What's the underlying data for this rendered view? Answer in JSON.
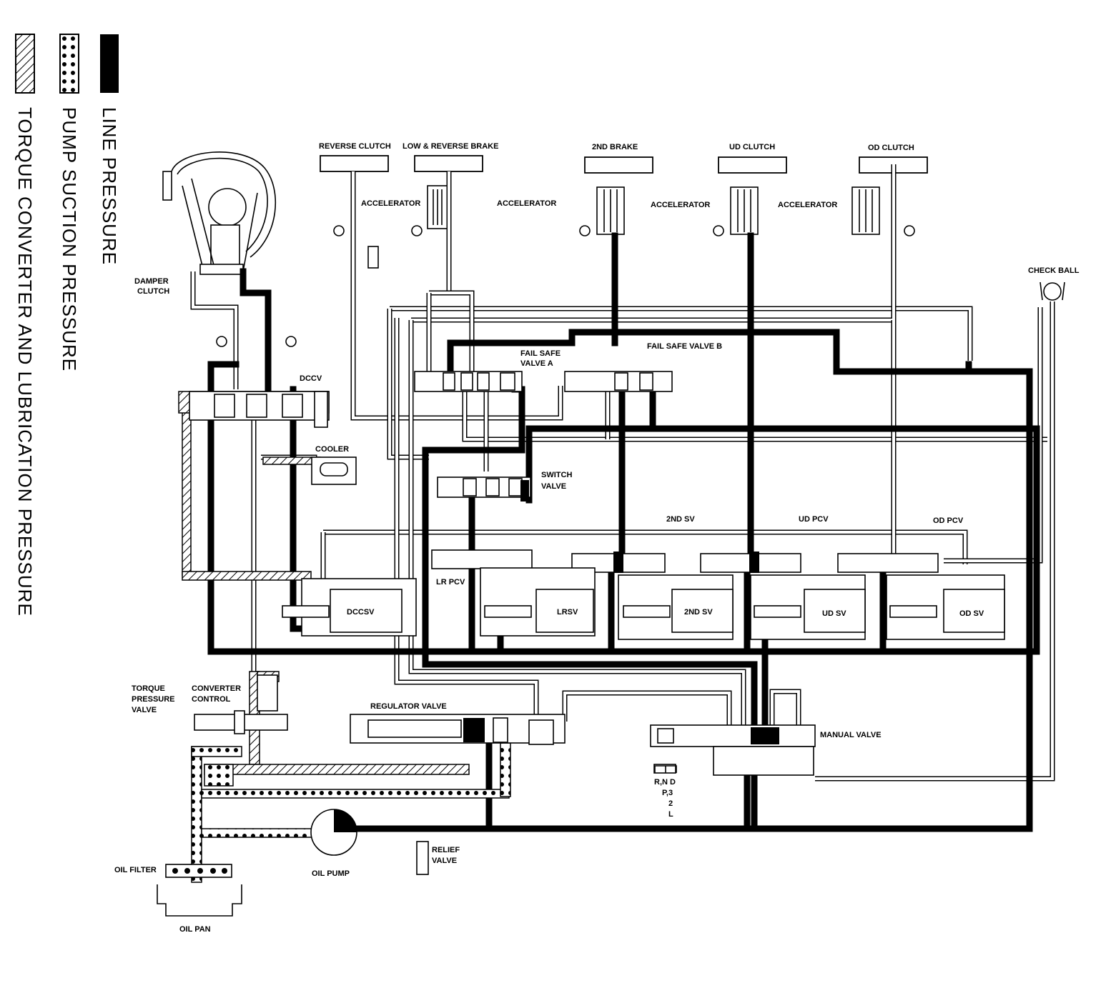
{
  "legend": {
    "line_pressure": "LINE PRESSURE",
    "pump_suction": "PUMP SUCTION PRESSURE",
    "torque_lube": "TORQUE CONVERTER AND LUBRICATION PRESSURE"
  },
  "components": {
    "reverse_clutch": "REVERSE CLUTCH",
    "low_reverse_brake": "LOW & REVERSE BRAKE",
    "second_brake": "2ND BRAKE",
    "ud_clutch": "UD CLUTCH",
    "od_clutch": "OD CLUTCH",
    "accelerator_1": "ACCELERATOR",
    "accelerator_2": "ACCELERATOR",
    "accelerator_3": "ACCELERATOR",
    "accelerator_4": "ACCELERATOR",
    "check_ball": "CHECK BALL",
    "damper_clutch_1": "DAMPER",
    "damper_clutch_2": "CLUTCH",
    "dccv": "DCCV",
    "fail_safe_a_1": "FAIL SAFE",
    "fail_safe_a_2": "VALVE A",
    "fail_safe_b": "FAIL SAFE VALVE B",
    "cooler": "COOLER",
    "switch_valve_1": "SWITCH",
    "switch_valve_2": "VALVE",
    "second_sv_top": "2ND SV",
    "ud_pcv": "UD PCV",
    "od_pcv": "OD PCV",
    "lr_pcv": "LR PCV",
    "dccsv": "DCCSV",
    "lrsv": "LRSV",
    "second_sv": "2ND SV",
    "ud_sv": "UD SV",
    "od_sv": "OD SV",
    "torque_pressure_valve_1": "TORQUE",
    "torque_pressure_valve_2": "PRESSURE",
    "torque_pressure_valve_3": "VALVE",
    "converter_control_1": "CONVERTER",
    "converter_control_2": "CONTROL",
    "regulator_valve": "REGULATOR VALVE",
    "manual_valve": "MANUAL VALVE",
    "relief_valve_1": "RELIEF",
    "relief_valve_2": "VALVE",
    "oil_filter": "OIL FILTER",
    "oil_pump": "OIL PUMP",
    "oil_pan": "OIL PAN",
    "shift_1": "R,N D",
    "shift_2": "P,3",
    "shift_3": "2",
    "shift_4": "L"
  }
}
